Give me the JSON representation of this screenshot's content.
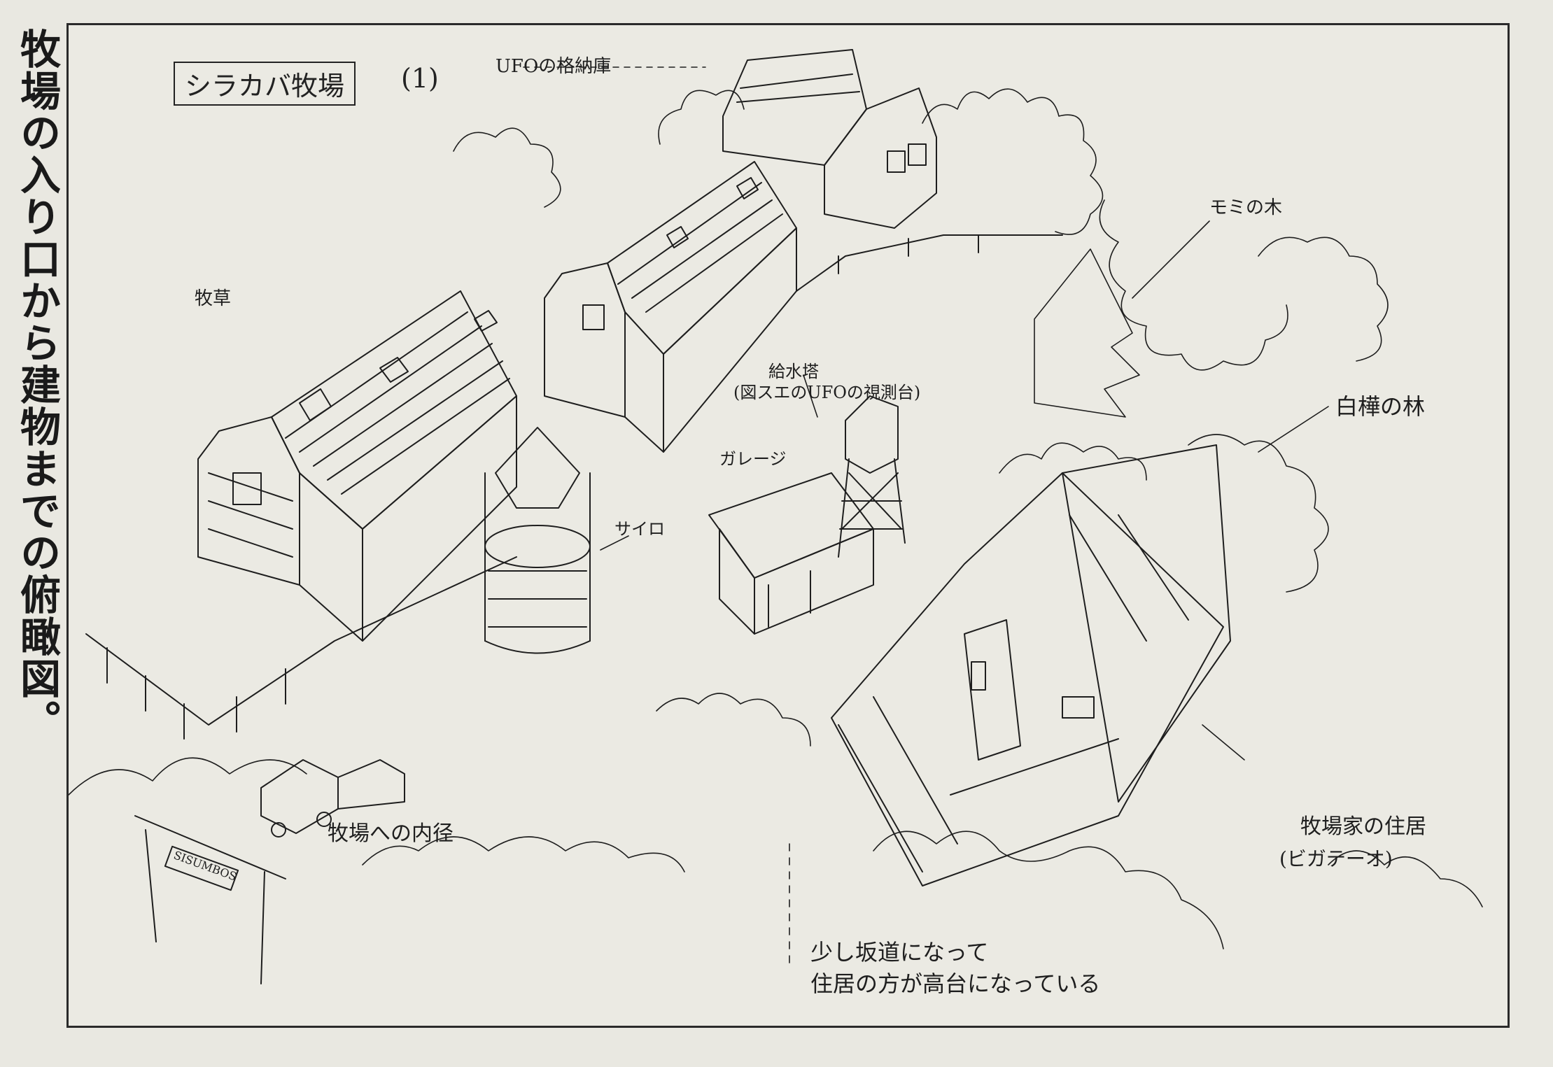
{
  "caption": "牧場の入り口から建物までの俯瞰図。",
  "sketch": {
    "title": "シラカバ牧場",
    "title_number": "(1)",
    "labels": {
      "ufo_storage": "UFOの格納庫",
      "pasture": "牧草",
      "fir_tree": "モミの木",
      "birch_forest": "白樺の林",
      "water_tower": "給水塔",
      "water_tower_note": "(図スエのUFOの視測台)",
      "garage": "ガレージ",
      "silo": "サイロ",
      "ranch_house": "牧場家の住居",
      "ranch_house_note": "(ビガテーオ)",
      "ranch_road": "牧場への内径",
      "slope_note_1": "少し坂道になって",
      "slope_note_2": "住居の方が高台になっている",
      "gate_sign": "SISUMBOS"
    }
  }
}
